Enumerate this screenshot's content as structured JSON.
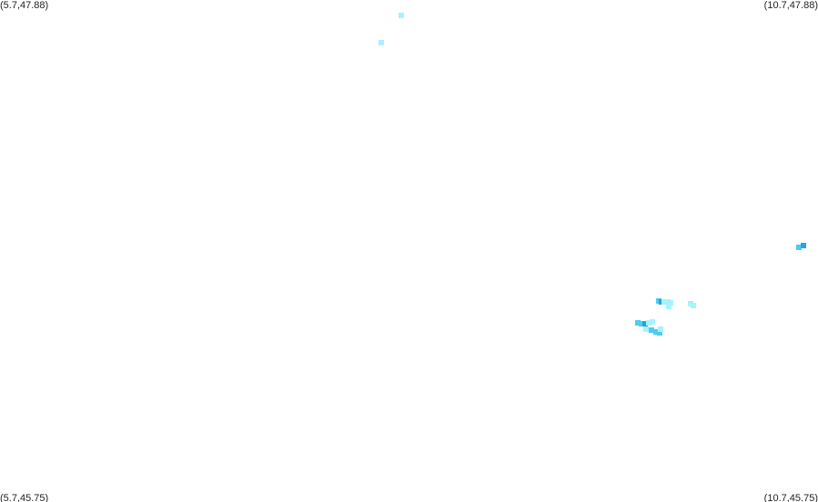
{
  "corners": {
    "top_left": "(5.7,47.88)",
    "top_right": "(10.7,47.88)",
    "bottom_left": "(5.7,45.75)",
    "bottom_right": "(10.7,45.75)"
  },
  "bounds": {
    "lon_min": 5.7,
    "lon_max": 10.7,
    "lat_min": 45.75,
    "lat_max": 47.88
  },
  "colors": {
    "light": "#a6f3fb",
    "medium": "#4fcbf2",
    "dark": "#2aa0e8"
  },
  "cells": [
    {
      "lon": 8.153,
      "lat": 47.815,
      "level": "light"
    },
    {
      "lon": 8.03,
      "lat": 47.7,
      "level": "light"
    },
    {
      "lon": 10.585,
      "lat": 46.83,
      "level": "medium"
    },
    {
      "lon": 10.61,
      "lat": 46.838,
      "level": "dark"
    },
    {
      "lon": 9.725,
      "lat": 46.602,
      "level": "medium"
    },
    {
      "lon": 9.742,
      "lat": 46.6,
      "level": "dark"
    },
    {
      "lon": 9.76,
      "lat": 46.6,
      "level": "light"
    },
    {
      "lon": 9.78,
      "lat": 46.6,
      "level": "light"
    },
    {
      "lon": 9.8,
      "lat": 46.596,
      "level": "light"
    },
    {
      "lon": 9.79,
      "lat": 46.58,
      "level": "light"
    },
    {
      "lon": 9.92,
      "lat": 46.59,
      "level": "light"
    },
    {
      "lon": 9.94,
      "lat": 46.585,
      "level": "light"
    },
    {
      "lon": 9.598,
      "lat": 46.512,
      "level": "medium"
    },
    {
      "lon": 9.622,
      "lat": 46.505,
      "level": "medium"
    },
    {
      "lon": 9.645,
      "lat": 46.505,
      "level": "dark"
    },
    {
      "lon": 9.665,
      "lat": 46.512,
      "level": "light"
    },
    {
      "lon": 9.685,
      "lat": 46.515,
      "level": "light"
    },
    {
      "lon": 9.65,
      "lat": 46.485,
      "level": "light"
    },
    {
      "lon": 9.68,
      "lat": 46.478,
      "level": "medium"
    },
    {
      "lon": 9.71,
      "lat": 46.472,
      "level": "medium"
    },
    {
      "lon": 9.73,
      "lat": 46.468,
      "level": "medium"
    },
    {
      "lon": 9.74,
      "lat": 46.485,
      "level": "light"
    }
  ]
}
